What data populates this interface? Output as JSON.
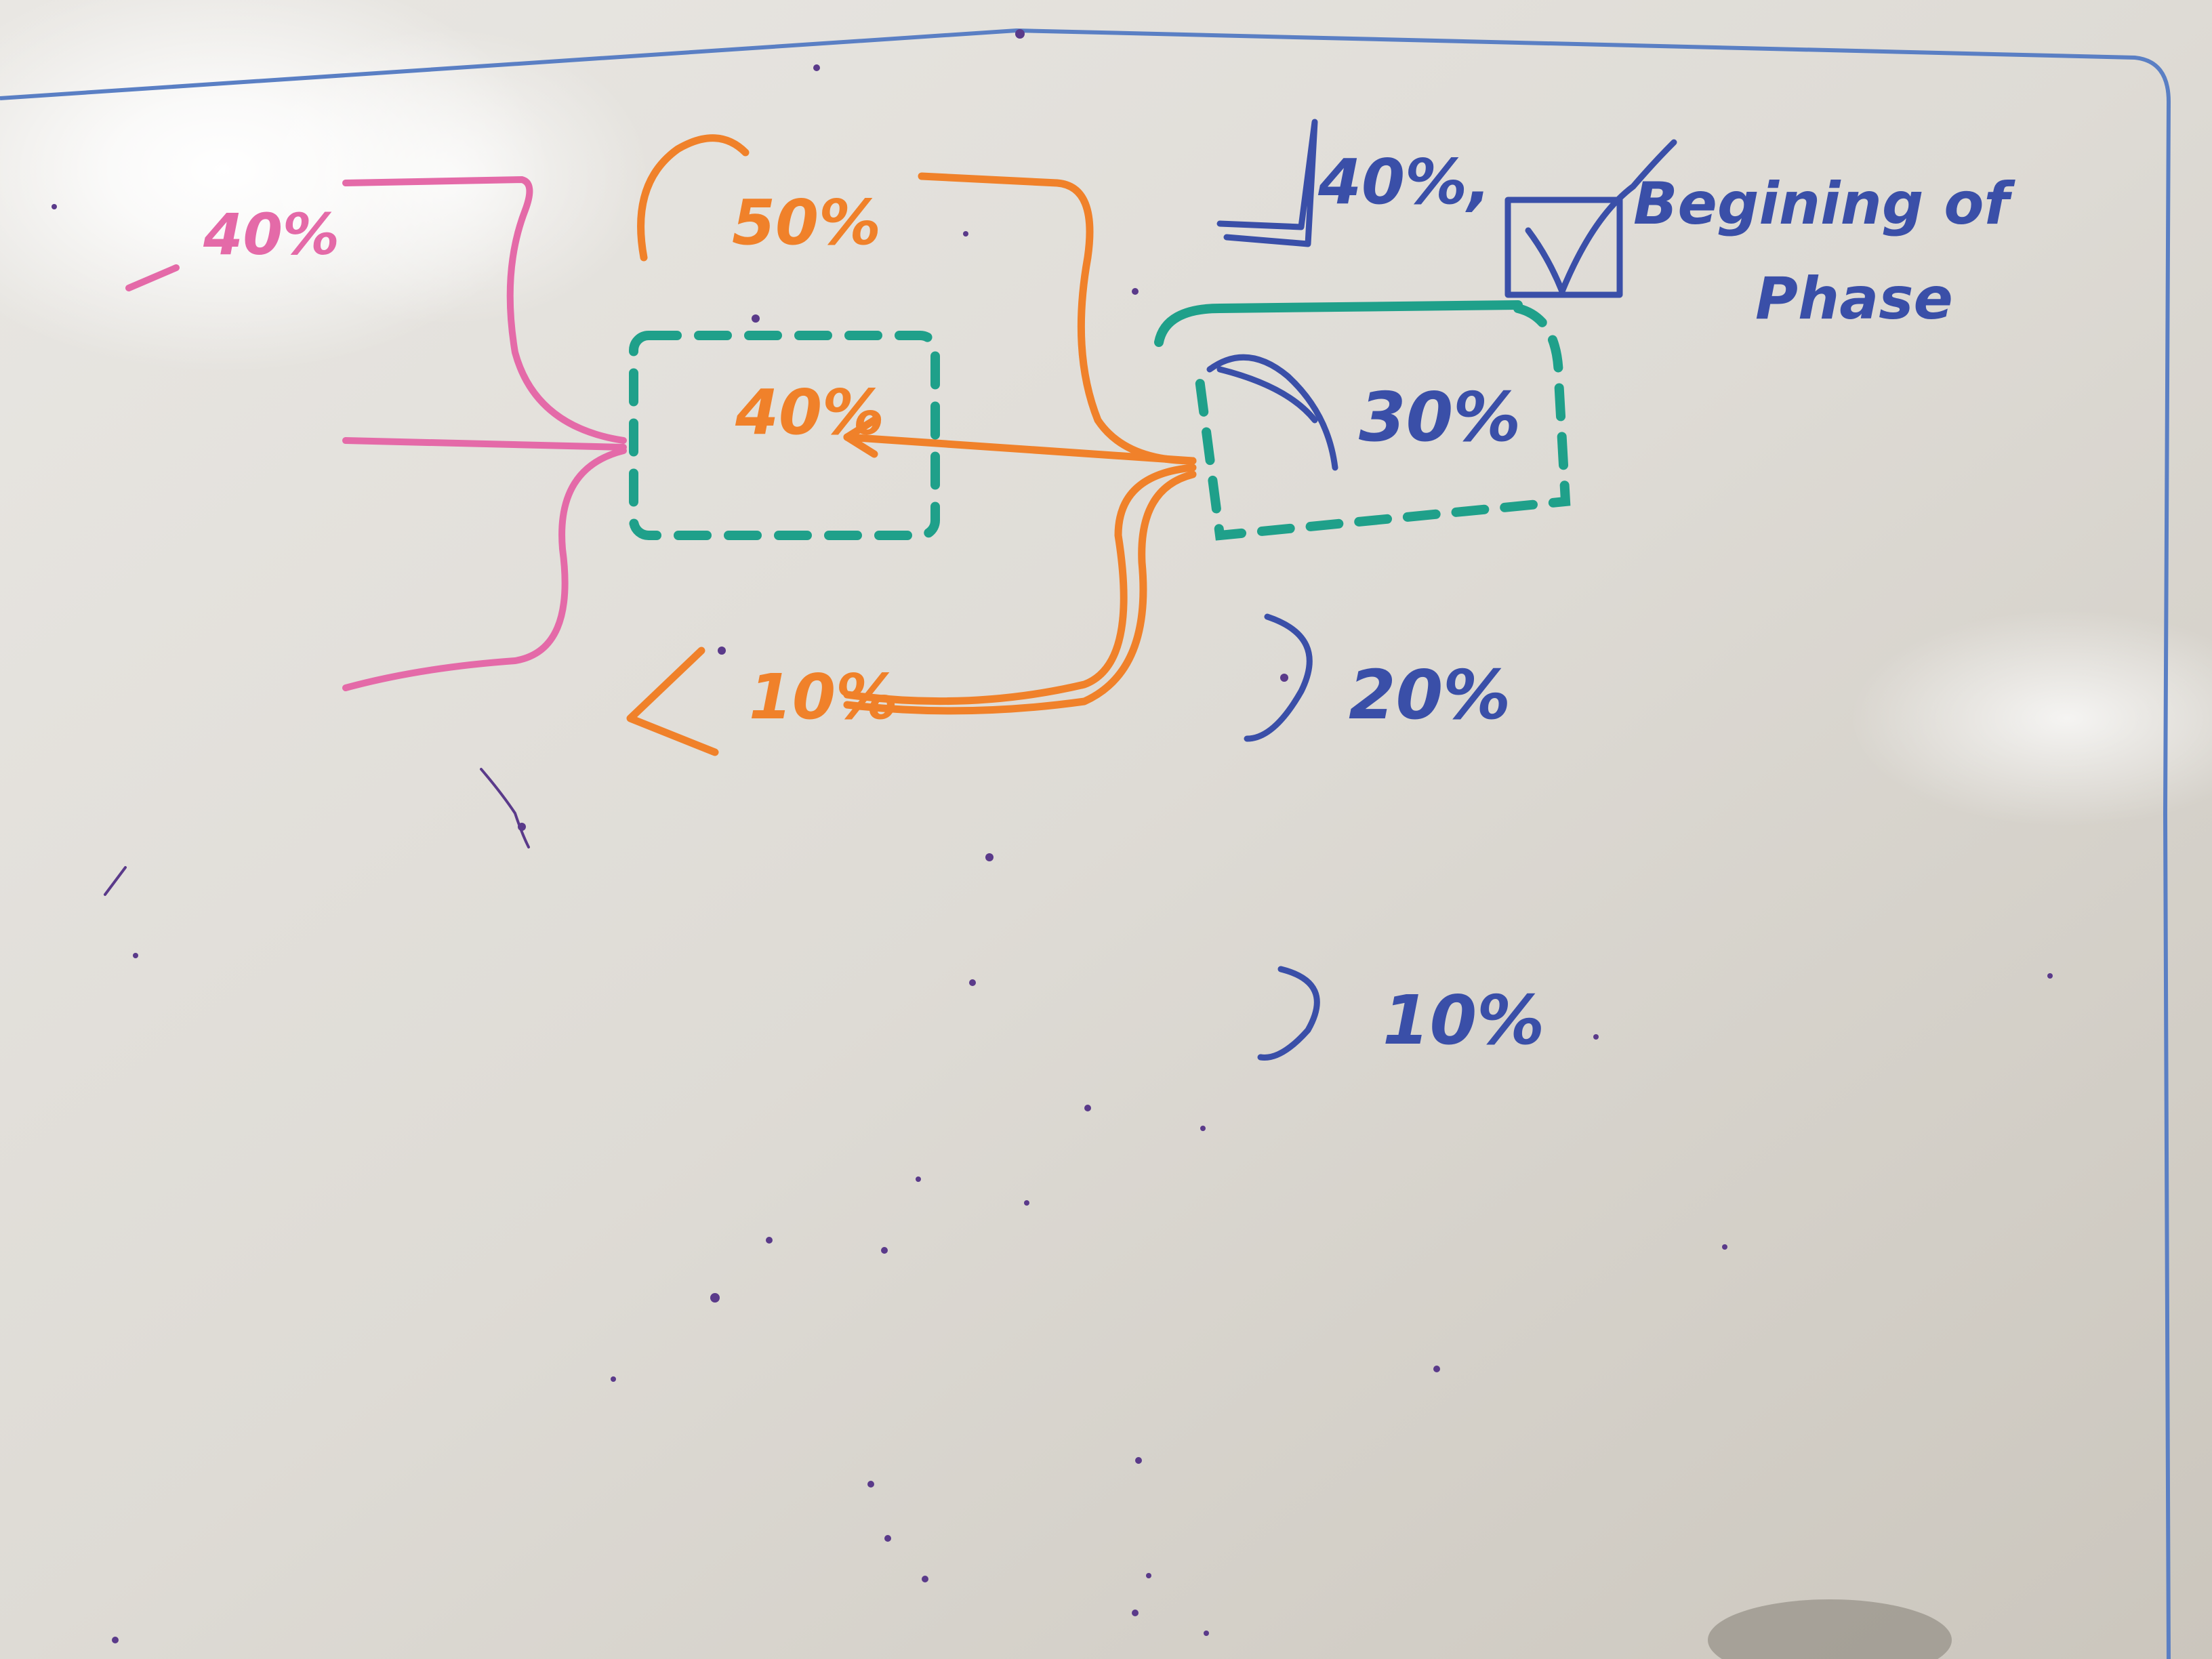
{
  "whiteboard": {
    "colors": {
      "pink": "#e46aa8",
      "orange": "#f0812a",
      "teal": "#1fa08a",
      "blue": "#3a4fa8",
      "board_frame": "#5a7fc4"
    },
    "labels": {
      "pink_top": "40%",
      "orange_top": "50%",
      "orange_center": "40%",
      "orange_bottom": "10%",
      "blue_top": "40%,",
      "blue_box": "30%",
      "blue_mid": "20%",
      "blue_low": "10%",
      "note_line1": "Begining of",
      "note_line2": "Phase"
    },
    "icons": {
      "checkbox": "checked-box-icon"
    }
  }
}
